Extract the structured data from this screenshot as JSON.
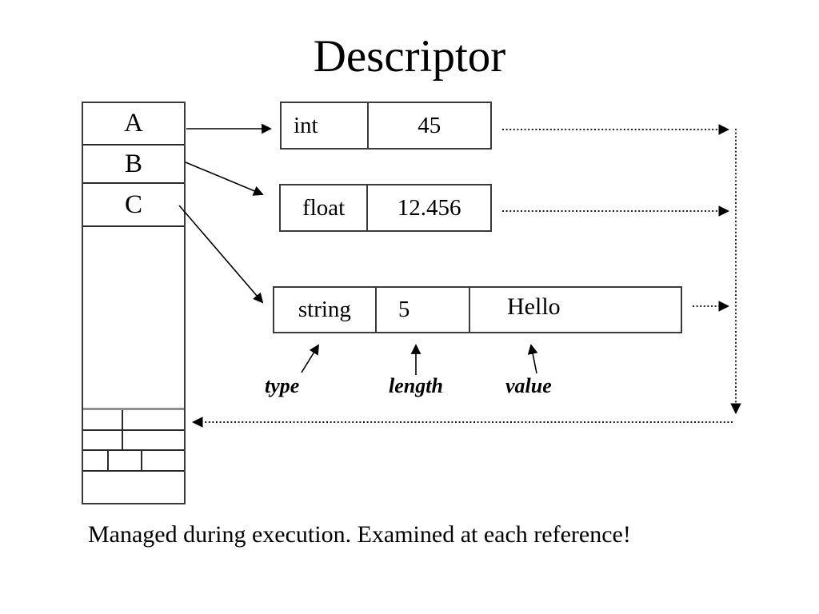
{
  "title": "Descriptor",
  "memory": {
    "cells": [
      "A",
      "B",
      "C"
    ]
  },
  "descriptors": [
    {
      "type": "int",
      "value": "45"
    },
    {
      "type": "float",
      "value": "12.456"
    },
    {
      "type": "string",
      "length": "5",
      "value": "Hello"
    }
  ],
  "field_labels": {
    "type": "type",
    "length": "length",
    "value": "value"
  },
  "footer": "Managed during execution. Examined at each reference!",
  "colors": {
    "background": "#ffffff",
    "text": "#000000",
    "box_border": "#3a3a3a",
    "line": "#000000",
    "table_gray_divider": "#8f8f8f"
  }
}
